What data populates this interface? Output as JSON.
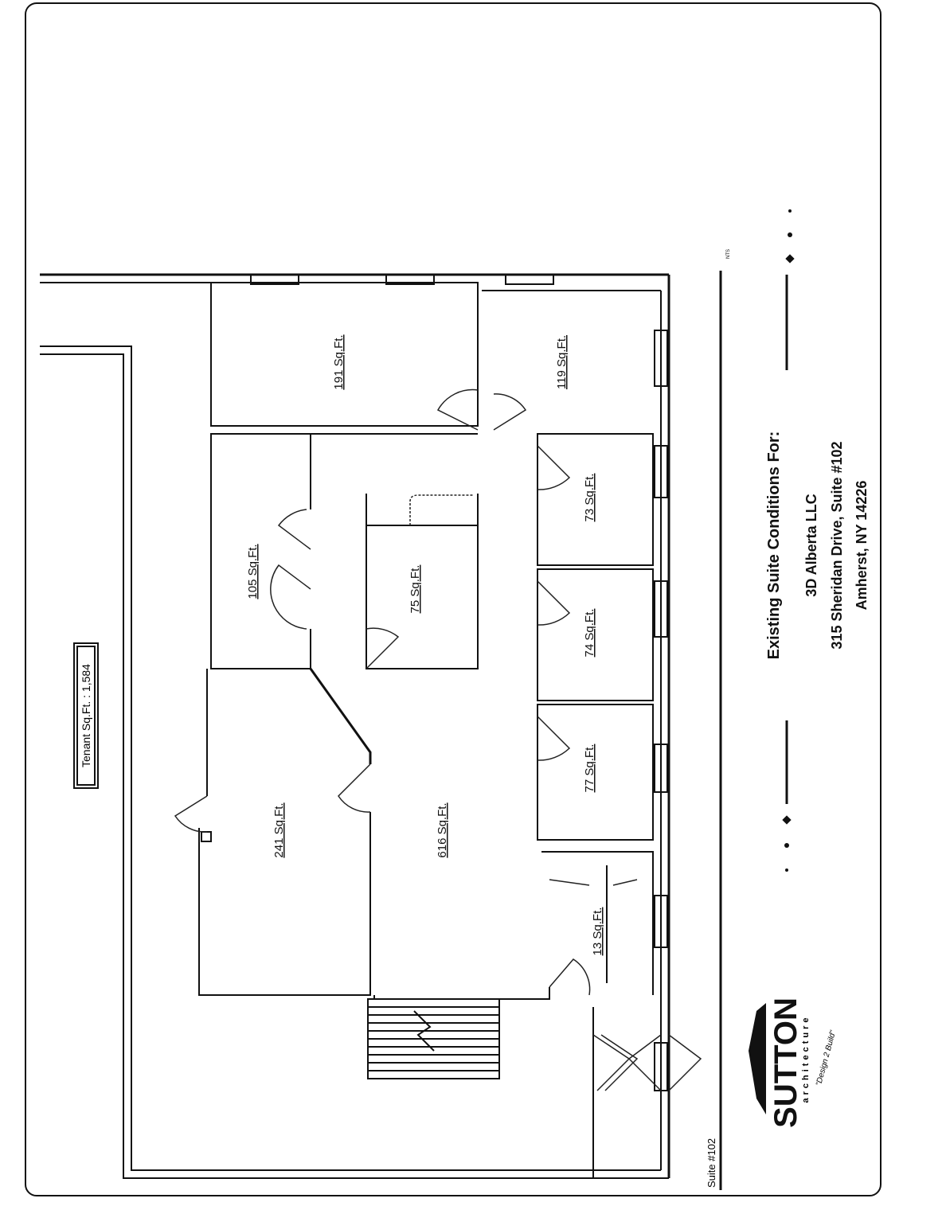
{
  "plan": {
    "tenant_label": "Tenant Sq.Ft. : 1,584",
    "suite_label": "Suite #102",
    "scale_note": "NTS",
    "rooms": [
      {
        "label": "191 Sq.Ft."
      },
      {
        "label": "119 Sq.Ft."
      },
      {
        "label": "105 Sq.Ft."
      },
      {
        "label": "75 Sq.Ft."
      },
      {
        "label": "73 Sq.Ft."
      },
      {
        "label": "74 Sq.Ft."
      },
      {
        "label": "77 Sq.Ft."
      },
      {
        "label": "616 Sq.Ft."
      },
      {
        "label": "241 Sq.Ft."
      },
      {
        "label": "13 Sq.Ft."
      }
    ]
  },
  "title_block": {
    "heading": "Existing Suite Conditions For:",
    "client": "3D Alberta LLC",
    "address": "315 Sheridan Drive, Suite #102",
    "city": "Amherst, NY 14226"
  },
  "logo": {
    "name": "SUTTON",
    "subtitle": "architecture",
    "tagline": "\"Design 2 Build\""
  }
}
